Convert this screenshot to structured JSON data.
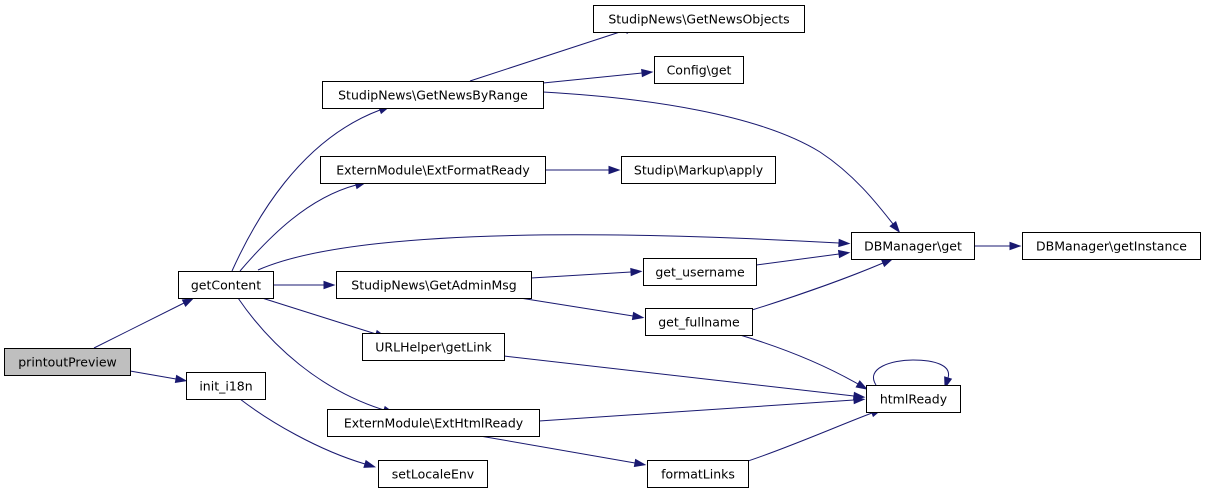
{
  "graph": {
    "nodes": [
      {
        "id": "printoutPreview",
        "label": "printoutPreview",
        "root": true
      },
      {
        "id": "getContent",
        "label": "getContent"
      },
      {
        "id": "init_i18n",
        "label": "init_i18n"
      },
      {
        "id": "GetNewsByRange",
        "label": "StudipNews\\GetNewsByRange"
      },
      {
        "id": "ExtFormatReady",
        "label": "ExternModule\\ExtFormatReady"
      },
      {
        "id": "GetAdminMsg",
        "label": "StudipNews\\GetAdminMsg"
      },
      {
        "id": "getLink",
        "label": "URLHelper\\getLink"
      },
      {
        "id": "ExtHtmlReady",
        "label": "ExternModule\\ExtHtmlReady"
      },
      {
        "id": "setLocaleEnv",
        "label": "setLocaleEnv"
      },
      {
        "id": "GetNewsObjects",
        "label": "StudipNews\\GetNewsObjects"
      },
      {
        "id": "ConfigGet",
        "label": "Config\\get"
      },
      {
        "id": "MarkupApply",
        "label": "Studip\\Markup\\apply"
      },
      {
        "id": "get_username",
        "label": "get_username"
      },
      {
        "id": "get_fullname",
        "label": "get_fullname"
      },
      {
        "id": "formatLinks",
        "label": "formatLinks"
      },
      {
        "id": "DBManagerGet",
        "label": "DBManager\\get"
      },
      {
        "id": "htmlReady",
        "label": "htmlReady"
      },
      {
        "id": "getInstance",
        "label": "DBManager\\getInstance"
      }
    ],
    "edges": [
      {
        "from": "printoutPreview",
        "to": "getContent"
      },
      {
        "from": "printoutPreview",
        "to": "init_i18n"
      },
      {
        "from": "getContent",
        "to": "GetNewsByRange"
      },
      {
        "from": "getContent",
        "to": "ExtFormatReady"
      },
      {
        "from": "getContent",
        "to": "DBManagerGet"
      },
      {
        "from": "getContent",
        "to": "GetAdminMsg"
      },
      {
        "from": "getContent",
        "to": "getLink"
      },
      {
        "from": "getContent",
        "to": "ExtHtmlReady"
      },
      {
        "from": "init_i18n",
        "to": "setLocaleEnv"
      },
      {
        "from": "GetNewsByRange",
        "to": "GetNewsObjects"
      },
      {
        "from": "GetNewsByRange",
        "to": "ConfigGet"
      },
      {
        "from": "GetNewsByRange",
        "to": "DBManagerGet"
      },
      {
        "from": "ExtFormatReady",
        "to": "MarkupApply"
      },
      {
        "from": "GetAdminMsg",
        "to": "get_username"
      },
      {
        "from": "GetAdminMsg",
        "to": "get_fullname"
      },
      {
        "from": "get_username",
        "to": "DBManagerGet"
      },
      {
        "from": "get_fullname",
        "to": "DBManagerGet"
      },
      {
        "from": "get_fullname",
        "to": "htmlReady"
      },
      {
        "from": "getLink",
        "to": "htmlReady"
      },
      {
        "from": "ExtHtmlReady",
        "to": "htmlReady"
      },
      {
        "from": "ExtHtmlReady",
        "to": "formatLinks"
      },
      {
        "from": "formatLinks",
        "to": "htmlReady"
      },
      {
        "from": "htmlReady",
        "to": "htmlReady"
      },
      {
        "from": "DBManagerGet",
        "to": "getInstance"
      }
    ]
  }
}
